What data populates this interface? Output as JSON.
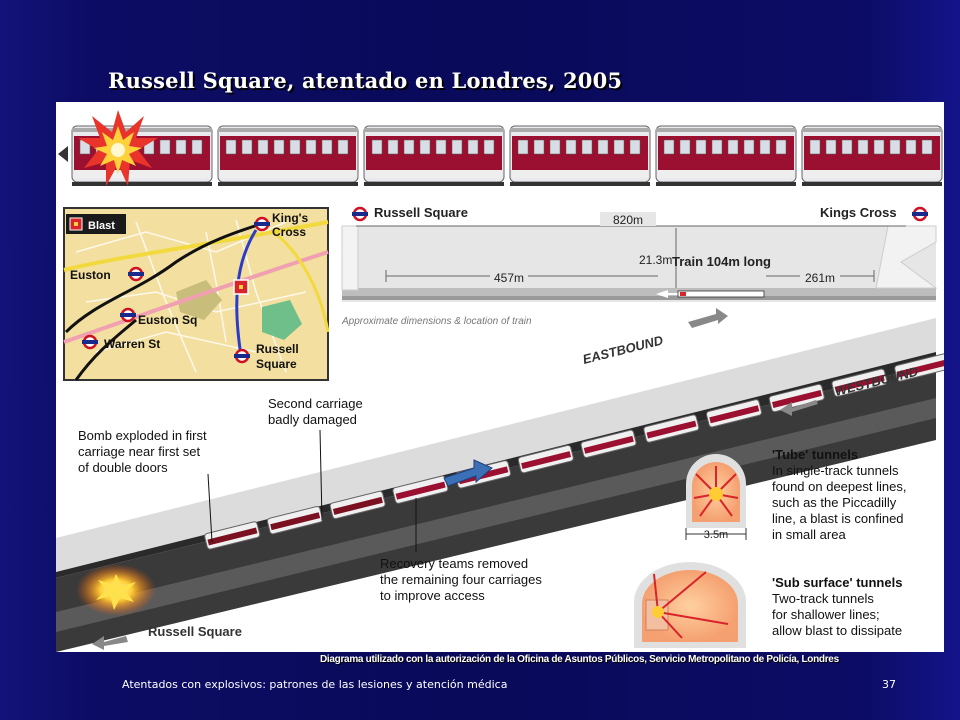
{
  "slide": {
    "title": "Russell Square, atentado en Londres, 2005",
    "credit": "Diagrama utilizado con la autorización de la Oficina de Asuntos Públicos, Servicio Metropolitano de Policía, Londres",
    "footer": "Atentados con explosivos: patrones de las lesiones y atención médica",
    "page_number": "37"
  },
  "map": {
    "legend": "Blast",
    "stations": [
      "King's",
      "Cross",
      "Euston",
      "Euston Sq",
      "Warren St",
      "Russell",
      "Square"
    ]
  },
  "profile": {
    "left_station": "Russell Square",
    "right_station": "Kings Cross",
    "total_distance": "820m",
    "depth": "21.3m",
    "train_length": "Train 104m long",
    "left_distance": "457m",
    "right_distance": "261m",
    "caption": "Approximate dimensions & location of train"
  },
  "tunnel": {
    "eastbound": "EASTBOUND",
    "westbound": "WESTBOUND",
    "second_carriage": [
      "Second carriage",
      "badly damaged"
    ],
    "bomb": [
      "Bomb exploded in first",
      "carriage near first set",
      "of double doors"
    ],
    "recovery": [
      "Recovery teams removed",
      "the remaining four carriages",
      "to improve access"
    ],
    "station_label": "Russell Square"
  },
  "tube_box": {
    "title": "'Tube' tunnels",
    "lines": [
      "In single-track tunnels",
      "found on deepest lines,",
      "such as the Piccadilly",
      "line, a blast is confined",
      "in small area"
    ],
    "width": "3.5m"
  },
  "subsurface_box": {
    "title": "'Sub surface' tunnels",
    "lines": [
      "Two-track tunnels",
      "for shallower lines;",
      "allow blast to dissipate"
    ]
  },
  "colors": {
    "train_red": "#9b1030",
    "map_bg": "#f3e0a0",
    "underground_red": "#cc1122",
    "underground_blue": "#1a2a8a",
    "arrow_blue": "#3b6fb6"
  }
}
